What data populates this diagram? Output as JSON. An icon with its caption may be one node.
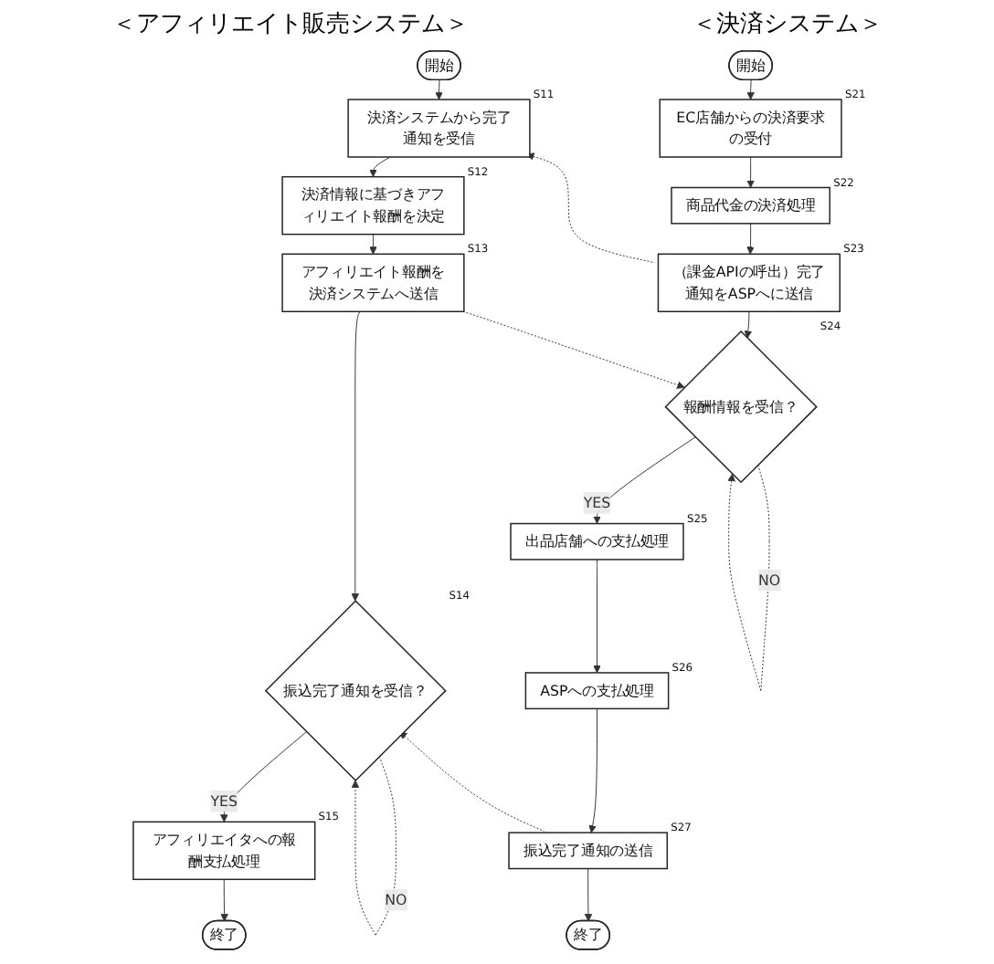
{
  "diagram": {
    "nodes": [
      {
        "text": [
          "開始"
        ]
      },
      {
        "text": [
          "決済システムから完了通知を受信"
        ],
        "beside": [
          "S11"
        ]
      },
      {
        "text": [
          "決済情報に基づきアフィリエイト報酬を決定"
        ],
        "beside": [
          "S12"
        ]
      },
      {
        "text": [
          "アフィリエイト報酬を決済システムへ送信"
        ],
        "beside": [
          "S13"
        ]
      },
      {
        "text": [
          "振込完了通知を受信？"
        ],
        "beside": [
          "S14"
        ]
      },
      {
        "text": [
          "アフィリエイタへの報酬支払処理"
        ],
        "beside": [
          "S15"
        ]
      },
      {
        "text": [
          "終了"
        ]
      },
      {
        "text": [
          "開始"
        ]
      },
      {
        "text": [
          "EC店舗からの決済要求の受付"
        ],
        "beside": [
          "S21"
        ]
      },
      {
        "text": [
          "商品代金の決済処理"
        ],
        "beside": [
          "S22"
        ]
      },
      {
        "text": [
          "（課金APIの呼出）完了通知をASPへに送信"
        ],
        "beside": [
          "S23"
        ]
      },
      {
        "text": [
          "報酬情報を受信？"
        ],
        "beside": [
          "S24"
        ]
      },
      {
        "text": [
          "出品店舗への支払処理"
        ],
        "beside": [
          "S25"
        ]
      },
      {
        "text": [
          "ASPへの支払処理"
        ],
        "beside": [
          "S26"
        ]
      },
      {
        "text": [
          "振込完了通知の送信"
        ],
        "beside": [
          "S27"
        ]
      },
      {
        "text": [
          "終了"
        ]
      }
    ],
    "edges": [
      {
        "from": 0,
        "to": 1,
        "arrow": "to"
      },
      {
        "from": 1,
        "to": 2,
        "arrow": "to"
      },
      {
        "from": 2,
        "to": 3,
        "arrow": "to"
      },
      {
        "from": 3,
        "to": 4,
        "arrow": "to"
      },
      {
        "from": 4,
        "to": 4,
        "arrow": "to",
        "label": "NO",
        "style": "dashed"
      },
      {
        "from": 4,
        "to": 5,
        "arrow": "to",
        "label": "YES"
      },
      {
        "from": 5,
        "to": 6,
        "arrow": "to"
      },
      {
        "from": 7,
        "to": 8,
        "arrow": "to"
      },
      {
        "from": 8,
        "to": 9,
        "arrow": "to"
      },
      {
        "from": 9,
        "to": 10,
        "arrow": "to"
      },
      {
        "from": 10,
        "to": 11,
        "arrow": "to"
      },
      {
        "from": 11,
        "to": 11,
        "arrow": "to",
        "label": "NO",
        "style": "dashed"
      },
      {
        "from": 11,
        "to": 12,
        "arrow": "to",
        "label": "YES"
      },
      {
        "from": 12,
        "to": 13,
        "arrow": "to"
      },
      {
        "from": 13,
        "to": 14,
        "arrow": "to"
      },
      {
        "from": 14,
        "to": 15,
        "arrow": "to"
      },
      {
        "from": 10,
        "to": 1,
        "arrow": "to",
        "style": "dashed"
      },
      {
        "from": 3,
        "to": 11,
        "arrow": "to",
        "style": "dashed"
      },
      {
        "from": 14,
        "to": 4,
        "arrow": "to",
        "style": "dashed"
      }
    ],
    "labels": [
      "＜アフィリエイト販売システム＞",
      "＜決済システム＞"
    ]
  }
}
